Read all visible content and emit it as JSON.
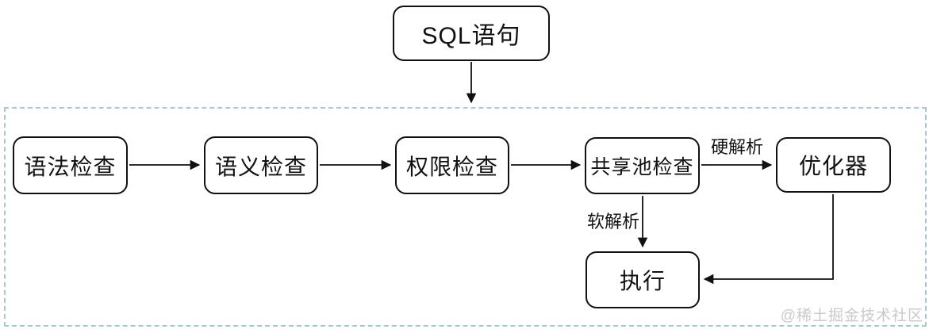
{
  "diagram": {
    "nodes": [
      {
        "id": "sql-statement",
        "label": "SQL语句"
      },
      {
        "id": "syntax-check",
        "label": "语法检查"
      },
      {
        "id": "semantic-check",
        "label": "语义检查"
      },
      {
        "id": "privilege-check",
        "label": "权限检查"
      },
      {
        "id": "shared-pool-check",
        "label": "共享池检查"
      },
      {
        "id": "optimizer",
        "label": "优化器"
      },
      {
        "id": "execute",
        "label": "执行"
      }
    ],
    "edges": [
      {
        "from": "sql-statement",
        "to": "parse-container",
        "label": ""
      },
      {
        "from": "syntax-check",
        "to": "semantic-check",
        "label": ""
      },
      {
        "from": "semantic-check",
        "to": "privilege-check",
        "label": ""
      },
      {
        "from": "privilege-check",
        "to": "shared-pool-check",
        "label": ""
      },
      {
        "from": "shared-pool-check",
        "to": "optimizer",
        "label": "硬解析"
      },
      {
        "from": "shared-pool-check",
        "to": "execute",
        "label": "软解析"
      },
      {
        "from": "optimizer",
        "to": "execute",
        "label": ""
      }
    ],
    "watermark": "@稀土掘金技术社区",
    "colors": {
      "background": "#ffffff",
      "node_border": "#111111",
      "arrow": "#111111",
      "container_dash": "#a6c8d0",
      "watermark": "#c9c9c9"
    }
  }
}
